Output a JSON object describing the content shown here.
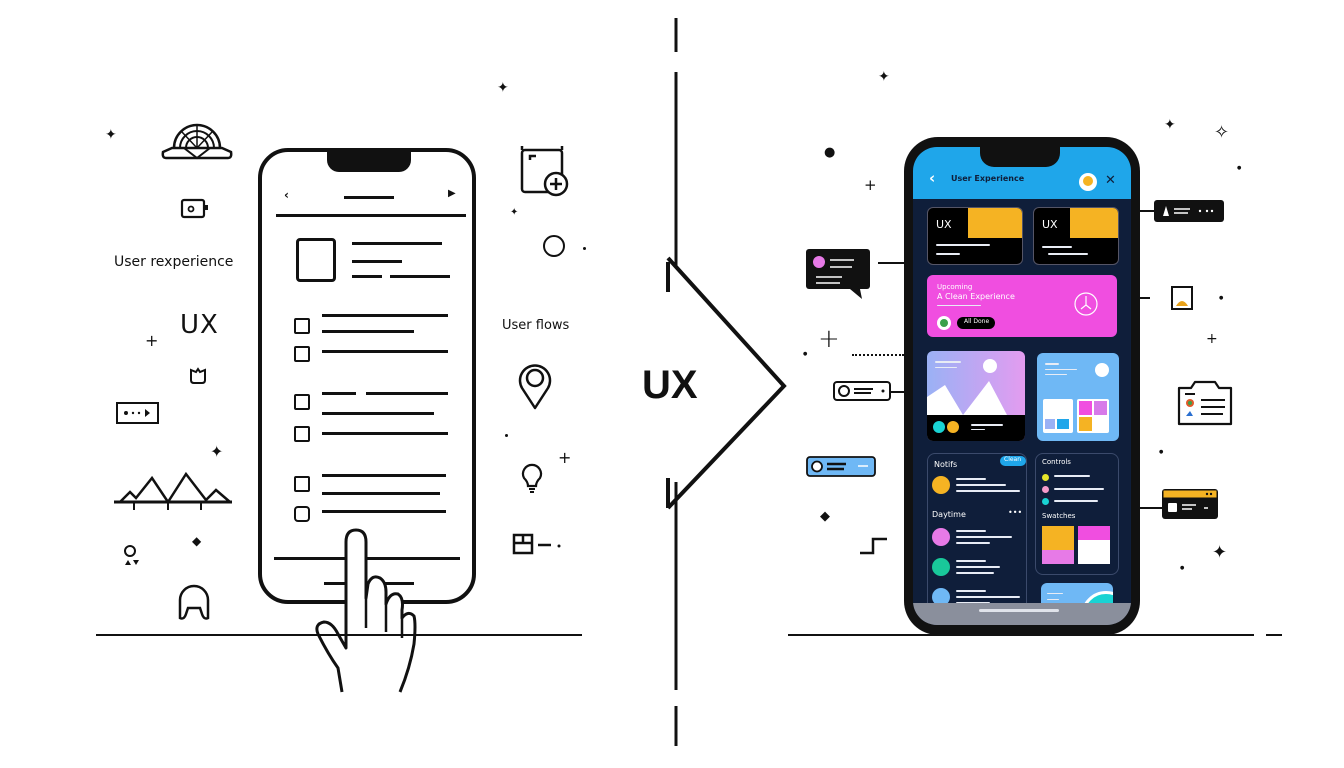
{
  "left_panel": {
    "label_user_experience": "User rexperience",
    "label_ux": "UX",
    "label_user_flows": "User flows",
    "wireframe_phone": {
      "checklist_items": 6,
      "checked_items": 5
    }
  },
  "center": {
    "label": "UX"
  },
  "right_panel": {
    "app": {
      "header_title": "User Experience",
      "header_back_icon": "chevron-left-icon",
      "cards_top": [
        {
          "label": "UX",
          "accent": "#f5b323"
        },
        {
          "label": "UX",
          "accent": "#f5b323"
        }
      ],
      "banner": {
        "line1": "Upcoming",
        "line2": "A Clean Experience",
        "button_label": "All Done",
        "color": "#f04ee0"
      },
      "section_left_title": "Notifs",
      "section_left_badge": "Clean",
      "section_left_title2": "Daytime",
      "section_right_title": "Controls",
      "section_right_title2": "Swatches"
    },
    "colors": {
      "header": "#1fa6ea",
      "screen_bg": "#0f1e3a",
      "pink": "#f04ee0",
      "yellow": "#f5b323",
      "cyan": "#19d3d3",
      "light_blue": "#6fb8f5",
      "lavender": "#c5a4f7"
    }
  }
}
